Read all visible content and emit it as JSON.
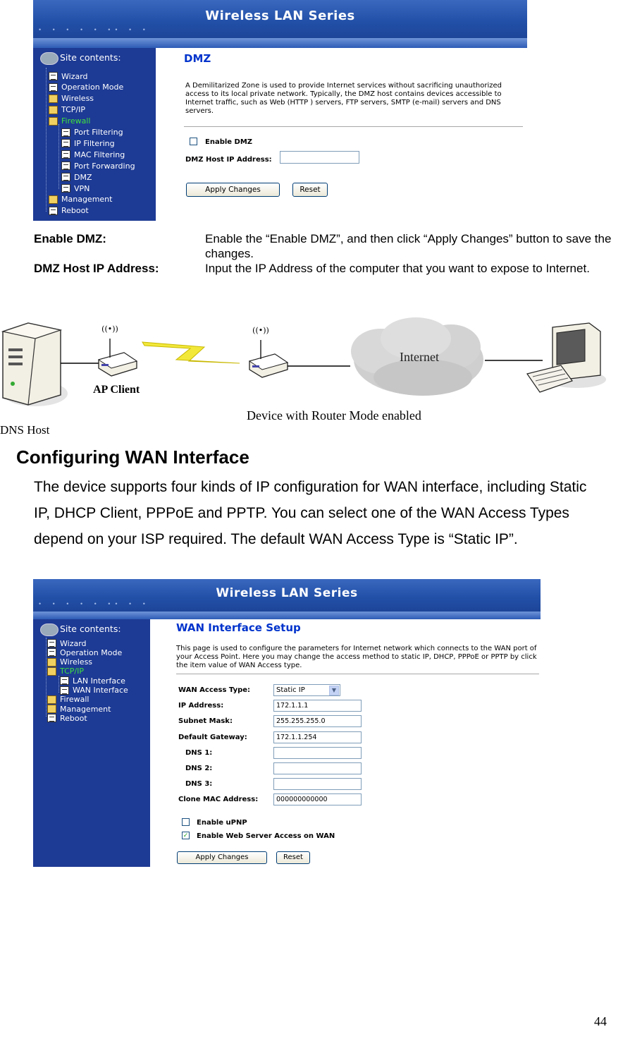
{
  "shot1": {
    "banner_title": "Wireless LAN Series",
    "sidebar_header": "Site contents:",
    "nav": [
      {
        "label": "Wizard",
        "icon": "doc"
      },
      {
        "label": "Operation Mode",
        "icon": "doc"
      },
      {
        "label": "Wireless",
        "icon": "folder"
      },
      {
        "label": "TCP/IP",
        "icon": "folder"
      },
      {
        "label": "Firewall",
        "icon": "folder-open",
        "active": true
      },
      {
        "label": "Port Filtering",
        "icon": "doc"
      },
      {
        "label": "IP Filtering",
        "icon": "doc"
      },
      {
        "label": "MAC Filtering",
        "icon": "doc"
      },
      {
        "label": "Port Forwarding",
        "icon": "doc"
      },
      {
        "label": "DMZ",
        "icon": "doc"
      },
      {
        "label": "VPN",
        "icon": "doc"
      },
      {
        "label": "Management",
        "icon": "folder"
      },
      {
        "label": "Reboot",
        "icon": "doc"
      }
    ],
    "page_title": "DMZ",
    "description": "A Demilitarized Zone is used to provide Internet services without sacrificing unauthorized access to its local private network. Typically, the DMZ host contains devices accessible to Internet traffic, such as Web (HTTP ) servers, FTP servers, SMTP (e-mail) servers and DNS servers.",
    "enable_dmz_label": "Enable DMZ",
    "enable_dmz_checked": false,
    "host_ip_label": "DMZ Host IP Address:",
    "host_ip_value": "",
    "apply_label": "Apply Changes",
    "reset_label": "Reset"
  },
  "defs": [
    {
      "term": "Enable DMZ:",
      "desc": "Enable the “Enable DMZ”, and then click “Apply Changes” button to save the changes."
    },
    {
      "term": "DMZ Host IP Address:",
      "desc": "Input the IP Address of the computer that you want to expose to Internet."
    }
  ],
  "diagram": {
    "ap_client": "AP Client",
    "internet": "Internet",
    "router_caption": "Device with Router Mode enabled",
    "dns_host": "DNS Host",
    "wifi_symbol": "((•))"
  },
  "section": {
    "heading": "Configuring WAN Interface",
    "paragraph": "The device supports four kinds of IP configuration for WAN interface, including Static IP, DHCP Client, PPPoE and PPTP. You can select one of the WAN Access Types depend on your ISP required. The default WAN Access Type is “Static IP”."
  },
  "shot2": {
    "banner_title": "Wireless LAN Series",
    "sidebar_header": "Site contents:",
    "nav": [
      {
        "label": "Wizard",
        "icon": "doc"
      },
      {
        "label": "Operation Mode",
        "icon": "doc"
      },
      {
        "label": "Wireless",
        "icon": "folder"
      },
      {
        "label": "TCP/IP",
        "icon": "folder-open",
        "active": true
      },
      {
        "label": "LAN Interface",
        "icon": "doc"
      },
      {
        "label": "WAN Interface",
        "icon": "doc"
      },
      {
        "label": "Firewall",
        "icon": "folder"
      },
      {
        "label": "Management",
        "icon": "folder"
      },
      {
        "label": "Reboot",
        "icon": "doc"
      }
    ],
    "page_title": "WAN Interface Setup",
    "description": "This page is used to configure the parameters for Internet network which connects to the WAN port of your Access Point. Here you may change the access method to static IP, DHCP, PPPoE or PPTP by click the item value of WAN Access type.",
    "fields": [
      {
        "label": "WAN Access Type:",
        "value": "Static IP",
        "kind": "select"
      },
      {
        "label": "IP Address:",
        "value": "172.1.1.1"
      },
      {
        "label": "Subnet Mask:",
        "value": "255.255.255.0"
      },
      {
        "label": "Default Gateway:",
        "value": "172.1.1.254"
      },
      {
        "label": "DNS 1:",
        "value": ""
      },
      {
        "label": "DNS 2:",
        "value": ""
      },
      {
        "label": "DNS 3:",
        "value": ""
      },
      {
        "label": "Clone MAC Address:",
        "value": "000000000000"
      }
    ],
    "checkboxes": [
      {
        "label": "Enable uPNP",
        "checked": false
      },
      {
        "label": "Enable Web Server Access on WAN",
        "checked": true
      }
    ],
    "apply_label": "Apply Changes",
    "reset_label": "Reset"
  },
  "page_number": "44"
}
